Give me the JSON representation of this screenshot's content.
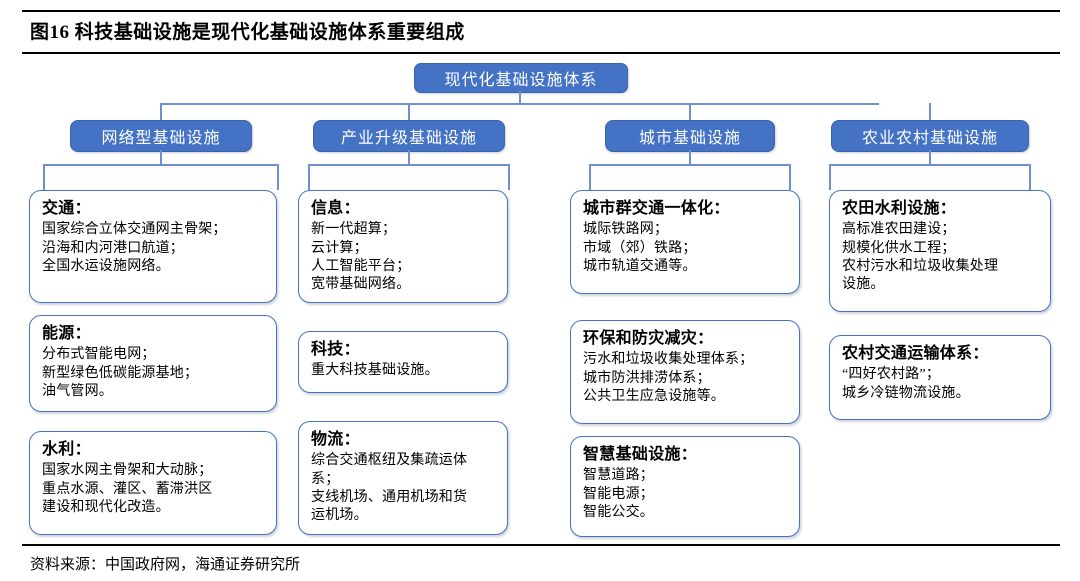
{
  "figure": {
    "title": "图16 科技基础设施是现代化基础设施体系重要组成",
    "source": "资料来源：中国政府网，海通证券研究所"
  },
  "colors": {
    "node_fill": "#4472C4",
    "node_text": "#ffffff",
    "box_border": "#4472C4",
    "connector": "#6f8fd0",
    "rule": "#000000",
    "page_bg": "#ffffff"
  },
  "diagram": {
    "root": {
      "label": "现代化基础设施体系"
    },
    "categories": [
      {
        "label": "网络型基础设施",
        "items": [
          {
            "heading": "交通：",
            "body": "国家综合立体交通网主骨架；\n沿海和内河港口航道；\n全国水运设施网络。"
          },
          {
            "heading": "能源：",
            "body": "分布式智能电网；\n新型绿色低碳能源基地；\n油气管网。"
          },
          {
            "heading": "水利：",
            "body": "国家水网主骨架和大动脉；\n重点水源、灌区、蓄滞洪区\n建设和现代化改造。"
          }
        ]
      },
      {
        "label": "产业升级基础设施",
        "items": [
          {
            "heading": "信息：",
            "body": "新一代超算；\n云计算；\n人工智能平台；\n宽带基础网络。"
          },
          {
            "heading": "科技：",
            "body": "重大科技基础设施。"
          },
          {
            "heading": "物流：",
            "body": "综合交通枢纽及集疏运体\n系；\n支线机场、通用机场和货\n运机场。"
          }
        ]
      },
      {
        "label": "城市基础设施",
        "items": [
          {
            "heading": "城市群交通一体化：",
            "body": "城际铁路网；\n市域（郊）铁路；\n城市轨道交通等。"
          },
          {
            "heading": "环保和防灾减灾：",
            "body": "污水和垃圾收集处理体系；\n城市防洪排涝体系；\n公共卫生应急设施等。"
          },
          {
            "heading": "智慧基础设施：",
            "body": "智慧道路；\n智能电源；\n智能公交。"
          }
        ]
      },
      {
        "label": "农业农村基础设施",
        "items": [
          {
            "heading": "农田水利设施：",
            "body": "高标准农田建设；\n规模化供水工程；\n农村污水和垃圾收集处理\n设施。"
          },
          {
            "heading": "农村交通运输体系：",
            "body": "“四好农村路”；\n城乡冷链物流设施。"
          }
        ]
      }
    ]
  }
}
